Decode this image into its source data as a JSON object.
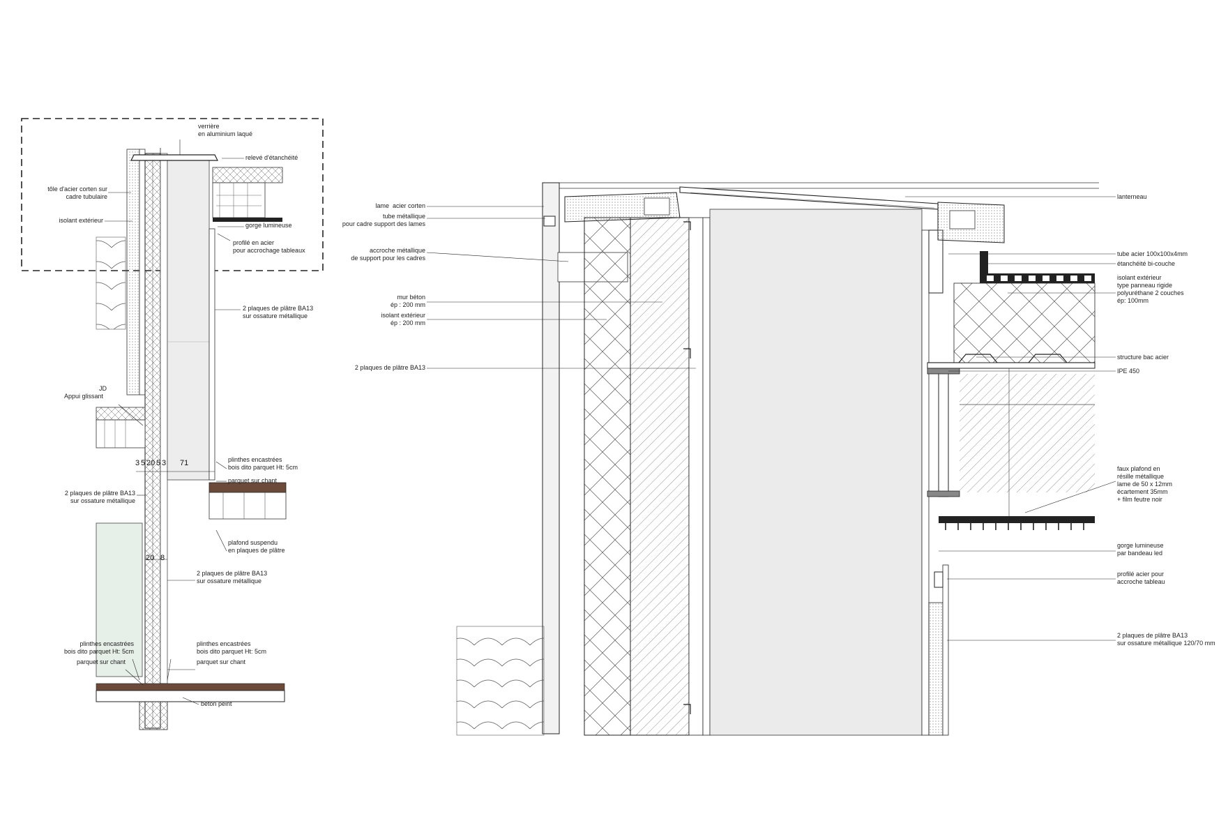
{
  "detail_left": {
    "labels": {
      "verriere": "verrière\nen aluminium laqué",
      "releve": "relevé d'étanchéité",
      "tole": "tôle d'acier corten sur\ncadre tubulaire",
      "isolant": "isolant extérieur",
      "gorge": "gorge lumineuse",
      "profile": "profilé en acier\npour accrochage tableaux",
      "plaques_top": "2 plaques de plâtre BA13\nsur ossature métallique",
      "jd": "JD",
      "appui": "Appui glissant",
      "plinthes_top": "plinthes encastrées\nbois dito parquet Ht: 5cm",
      "parquet_top": "parquet sur chant",
      "plaques_left": "2 plaques de plâtre BA13\nsur ossature métallique",
      "plafond": "plafond suspendu\nen plaques de plâtre",
      "plaques_mid": "2 plaques de plâtre BA13\nsur ossature métallique",
      "plinthes_left": "plinthes encastrées\nbois dito parquet Ht: 5cm",
      "parquet_left": "parquet sur chant",
      "plinthes_right": "plinthes encastrées\nbois dito parquet Ht: 5cm",
      "parquet_right": "parquet sur chant",
      "beton": "béton peint"
    },
    "dims": {
      "d1": "3",
      "d2": "5",
      "d3": "20",
      "d4": "5",
      "d5": "3",
      "d6": "71",
      "d7": "20",
      "d8": "8"
    }
  },
  "detail_right": {
    "labels": {
      "lame": "lame  acier corten",
      "tube": "tube métallique\npour cadre support des lames",
      "accroche": "accroche métallique\nde support pour les cadres",
      "mur": "mur béton\nép : 200 mm",
      "isolant": "isolant extérieur\nép : 200 mm",
      "plaques": "2 plaques de plâtre BA13",
      "lanterneau": "lanterneau",
      "tube_acier": "tube acier 100x100x4mm",
      "etancheite": "étanchéité bi-couche",
      "isolant_ext": "isolant extérieur\ntype panneau rigide\npolyuréthane 2 couches\nép: 100mm",
      "structure": "structure bac acier",
      "ipe": "IPE 450",
      "faux_plafond": "faux plafond en\nrésille métallique\nlame de 50 x 12mm\nécartement 35mm\n+ film feutre noir",
      "gorge": "gorge lumineuse\npar bandeau led",
      "profile": "profilé acier pour\naccroche tableau",
      "plaques_right": "2 plaques de plâtre BA13\nsur ossature métallique 120/70 mm"
    }
  },
  "colors": {
    "line": "#222222",
    "hatch": "#555555",
    "fill_grey": "#ebebeb",
    "glass": "#e6efe8",
    "floor": "#6b4a3a",
    "insulation": "#d9d9d9"
  }
}
